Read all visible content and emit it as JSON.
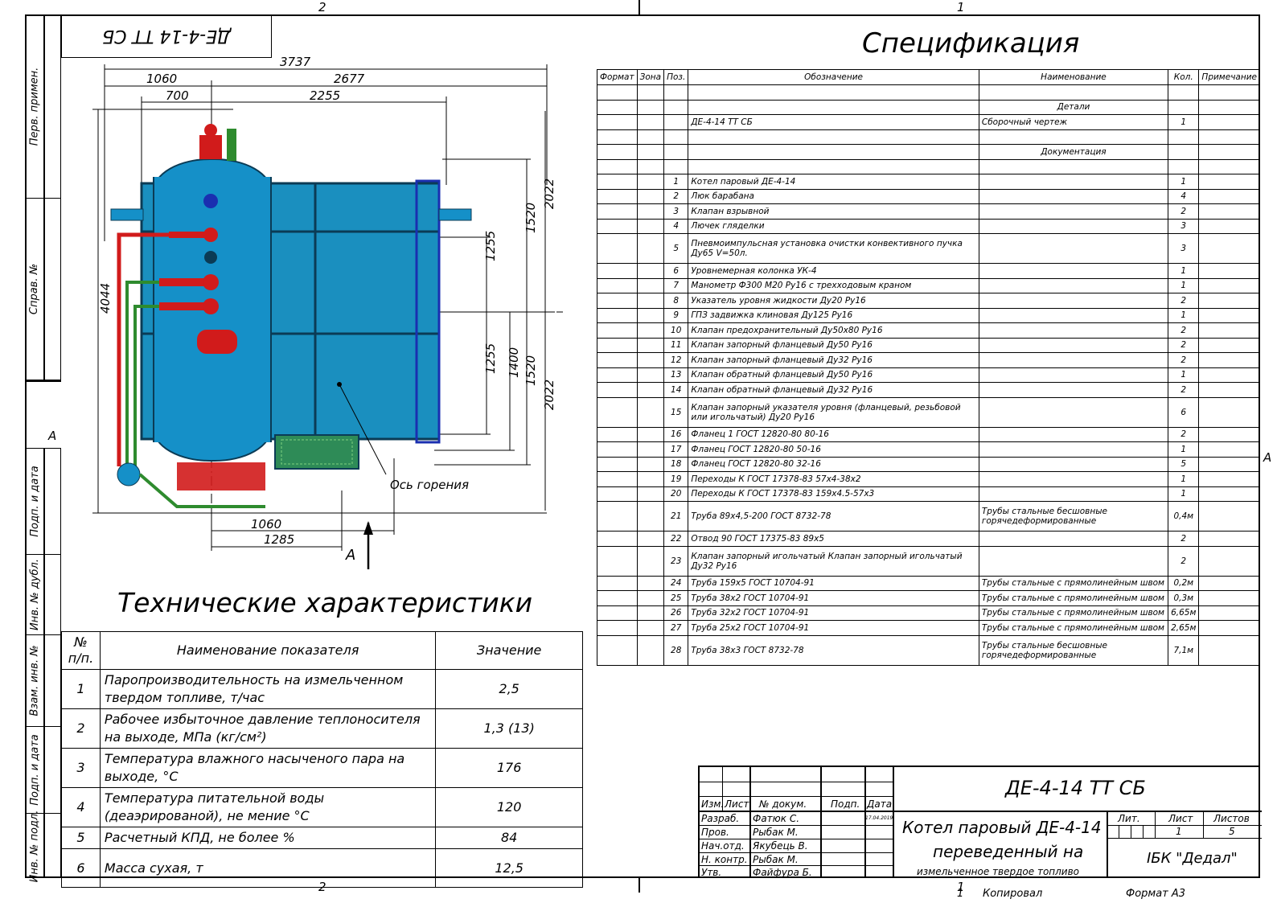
{
  "frame": {
    "zones_top": [
      "2",
      "1"
    ],
    "zones_bottom": [
      "2",
      "1"
    ],
    "zone_left": "A",
    "zone_right": "A",
    "format_label": "Формат А3",
    "copy_label": "Копировал",
    "copy_num": "1"
  },
  "side_labels": [
    "Перв. примен.",
    "Справ. №",
    "Подп. и дата",
    "Инв. № дубл.",
    "Взам. инв. №",
    "Подп. и дата",
    "Инв. № подл."
  ],
  "stamp_rotated": "ДЕ-4-14 ТТ СБ",
  "drawing": {
    "dims": {
      "d3737": "3737",
      "d1060": "1060",
      "d2677": "2677",
      "d700": "700",
      "d2255": "2255",
      "d4044": "4044",
      "d1255a": "1255",
      "d1520a": "1520",
      "d2022a": "2022",
      "d1255b": "1255",
      "d1400": "1400",
      "d1520b": "1520",
      "d2022b": "2022",
      "d1060b": "1060",
      "d1285": "1285"
    },
    "axis_label": "Ось горения",
    "view_label": "А",
    "colors": {
      "boiler": "#1a8fbf",
      "boiler_dark": "#0d5e86",
      "frame": "#0b3b55",
      "red": "#d11b1b",
      "green": "#2e8b2e",
      "blue": "#1a2fb0"
    }
  },
  "spec": {
    "title": "Спецификация",
    "headers": [
      "Формат",
      "Зона",
      "Поз.",
      "Обозначение",
      "Наименование",
      "Кол.",
      "Примечание"
    ],
    "rows": [
      {
        "pos": "",
        "des": "",
        "name": "",
        "qty": ""
      },
      {
        "pos": "",
        "des": "",
        "name": "Детали",
        "qty": "",
        "center": true
      },
      {
        "pos": "",
        "des": "ДЕ-4-14 ТТ СБ",
        "name": "Сборочный чертеж",
        "qty": "1"
      },
      {
        "pos": "",
        "des": "",
        "name": "",
        "qty": ""
      },
      {
        "pos": "",
        "des": "",
        "name": "Документация",
        "qty": "",
        "center": true
      },
      {
        "pos": "",
        "des": "",
        "name": "",
        "qty": ""
      },
      {
        "pos": "1",
        "des": "Котел паровый ДЕ-4-14",
        "name": "",
        "qty": "1"
      },
      {
        "pos": "2",
        "des": "Люк барабана",
        "name": "",
        "qty": "4"
      },
      {
        "pos": "3",
        "des": "Клапан взрывной",
        "name": "",
        "qty": "2"
      },
      {
        "pos": "4",
        "des": "Лючек гляделки",
        "name": "",
        "qty": "3"
      },
      {
        "pos": "5",
        "des": "Пневмоимпульсная установка очистки конвективного пучка Ду65  V=50л.",
        "name": "",
        "qty": "3",
        "tall": true
      },
      {
        "pos": "6",
        "des": "Уровнемерная колонка УК-4",
        "name": "",
        "qty": "1"
      },
      {
        "pos": "7",
        "des": "Манометр Ф300 М20 Ру16 с трехходовым краном",
        "name": "",
        "qty": "1"
      },
      {
        "pos": "8",
        "des": "Указатель уровня жидкости Ду20 Ру16",
        "name": "",
        "qty": "2"
      },
      {
        "pos": "9",
        "des": "ГПЗ задвижка клиновая Ду125 Ру16",
        "name": "",
        "qty": "1"
      },
      {
        "pos": "10",
        "des": "Клапан предохранительный Ду50х80 Ру16",
        "name": "",
        "qty": "2"
      },
      {
        "pos": "11",
        "des": "Клапан запорный фланцевый Ду50 Ру16",
        "name": "",
        "qty": "2"
      },
      {
        "pos": "12",
        "des": "Клапан запорный фланцевый Ду32 Ру16",
        "name": "",
        "qty": "2"
      },
      {
        "pos": "13",
        "des": "Клапан обратный фланцевый Ду50 Ру16",
        "name": "",
        "qty": "1"
      },
      {
        "pos": "14",
        "des": "Клапан обратный фланцевый Ду32 Ру16",
        "name": "",
        "qty": "2"
      },
      {
        "pos": "15",
        "des": "Клапан запорный указателя уровня (фланцевый, резьбовой или игольчатый) Ду20 Ру16",
        "name": "",
        "qty": "6",
        "tall": true
      },
      {
        "pos": "16",
        "des": "Фланец 1 ГОСТ 12820-80 80-16",
        "name": "",
        "qty": "2"
      },
      {
        "pos": "17",
        "des": "Фланец  ГОСТ 12820-80 50-16",
        "name": "",
        "qty": "1"
      },
      {
        "pos": "18",
        "des": "Фланец  ГОСТ 12820-80 32-16",
        "name": "",
        "qty": "5"
      },
      {
        "pos": "19",
        "des": "Переходы К ГОСТ 17378-83 57х4-38х2",
        "name": "",
        "qty": "1"
      },
      {
        "pos": "20",
        "des": "Переходы К ГОСТ 17378-83 159х4.5-57х3",
        "name": "",
        "qty": "1"
      },
      {
        "pos": "21",
        "des": "Труба 89х4,5-200 ГОСТ 8732-78",
        "name": "Трубы стальные бесшовные горячедеформированные",
        "qty": "0,4м",
        "tall": true
      },
      {
        "pos": "22",
        "des": "Отвод 90 ГОСТ 17375-83 89х5",
        "name": "",
        "qty": "2"
      },
      {
        "pos": "23",
        "des": "Клапан запорный игольчатый  Клапан запорный игольчатый Ду32 Ру16",
        "name": "",
        "qty": "2",
        "tall": true
      },
      {
        "pos": "24",
        "des": "Труба 159х5 ГОСТ 10704-91",
        "name": "Трубы стальные с прямолинейным швом",
        "qty": "0,2м"
      },
      {
        "pos": "25",
        "des": "Труба 38х2 ГОСТ 10704-91",
        "name": "Трубы стальные с прямолинейным швом",
        "qty": "0,3м"
      },
      {
        "pos": "26",
        "des": "Труба 32х2 ГОСТ 10704-91",
        "name": "Трубы стальные с прямолинейным швом",
        "qty": "6,65м"
      },
      {
        "pos": "27",
        "des": "Труба 25х2 ГОСТ 10704-91",
        "name": "Трубы стальные с прямолинейным швом",
        "qty": "2,65м"
      },
      {
        "pos": "28",
        "des": "Труба 38х3 ГОСТ 8732-78",
        "name": "Трубы стальные бесшовные горячедеформированные",
        "qty": "7,1м",
        "tall": true
      }
    ]
  },
  "tech": {
    "title": "Технические характеристики",
    "headers": [
      "№ п/п.",
      "Наименование показателя",
      "Значение"
    ],
    "rows": [
      {
        "n": "1",
        "name": "Паропроизводительность на измельченном твердом топливе, т/час",
        "val": "2,5"
      },
      {
        "n": "2",
        "name": "Рабочее избыточное давление теплоносителя на выходе, МПа (кг/см²)",
        "val": "1,3 (13)"
      },
      {
        "n": "3",
        "name": "Температура влажного насыченого пара на выходе, °С",
        "val": "176"
      },
      {
        "n": "4",
        "name": "Температура питательной воды (деаэрированой), не мение °С",
        "val": "120"
      },
      {
        "n": "5",
        "name": "Расчетный КПД, не более %",
        "val": "84"
      },
      {
        "n": "6",
        "name": "Масса сухая, т",
        "val": "12,5"
      }
    ]
  },
  "titleblock": {
    "designation": "ДЕ-4-14 ТТ СБ",
    "name_line1": "Котел паровый ДЕ-4-14",
    "name_line2": "переведенный на",
    "name_line3": "измельченное твердое топливо",
    "hdr_izm": "Изм.",
    "hdr_list": "Лист",
    "hdr_doc": "№ докум.",
    "hdr_podp": "Подп.",
    "hdr_date": "Дата",
    "roles": [
      {
        "role": "Разраб.",
        "person": "Фатюк С.",
        "date": "17.04.2019"
      },
      {
        "role": "Пров.",
        "person": "Рыбак М.",
        "date": ""
      },
      {
        "role": "Нач.отд.",
        "person": "Якубець В.",
        "date": ""
      },
      {
        "role": "Н. контр.",
        "person": "Рыбак М.",
        "date": ""
      },
      {
        "role": "Утв.",
        "person": "Файфура Б.",
        "date": ""
      }
    ],
    "lit_label": "Лит.",
    "sheet_label": "Лист",
    "sheets_label": "Листов",
    "sheet": "1",
    "sheets": "5",
    "org": "ІБК \"Дедал\""
  }
}
